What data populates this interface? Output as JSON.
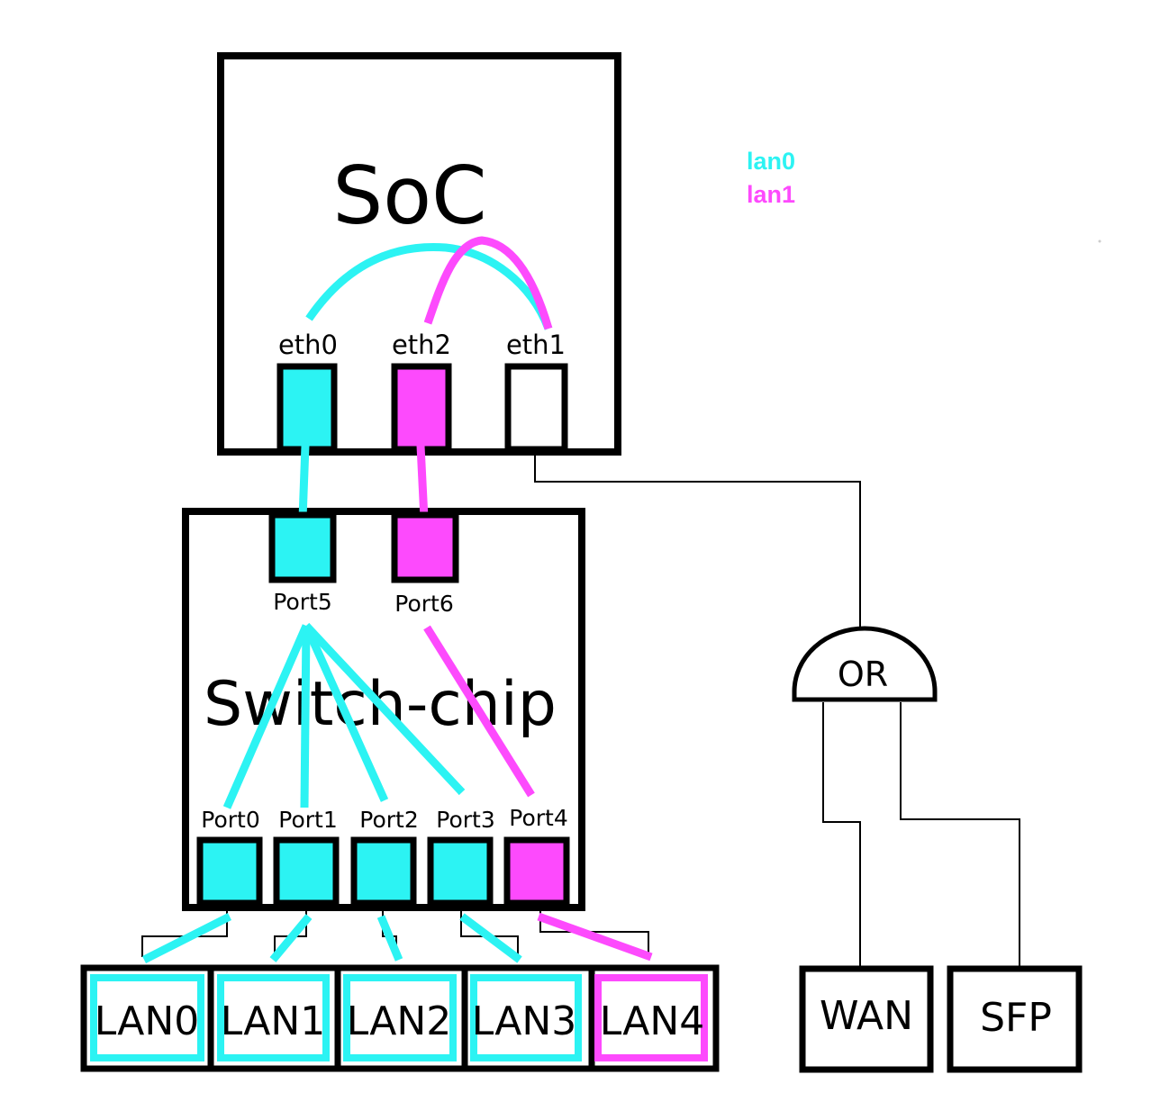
{
  "colors": {
    "lan0": "#2cf3f3",
    "lan1": "#fd4afd",
    "line": "#000000",
    "background": "#ffffff"
  },
  "legend": {
    "lan0": "lan0",
    "lan1": "lan1"
  },
  "soc": {
    "title": "SoC",
    "ports": [
      {
        "label": "eth0",
        "network": "lan0"
      },
      {
        "label": "eth2",
        "network": "lan1"
      },
      {
        "label": "eth1",
        "network": "none"
      }
    ]
  },
  "switch_chip": {
    "title": "Switch-chip",
    "cpu_ports": [
      {
        "label": "Port5",
        "network": "lan0"
      },
      {
        "label": "Port6",
        "network": "lan1"
      }
    ],
    "ports": [
      {
        "label": "Port0",
        "network": "lan0"
      },
      {
        "label": "Port1",
        "network": "lan0"
      },
      {
        "label": "Port2",
        "network": "lan0"
      },
      {
        "label": "Port3",
        "network": "lan0"
      },
      {
        "label": "Port4",
        "network": "lan1"
      }
    ]
  },
  "lan_ports": [
    {
      "label": "LAN0",
      "network": "lan0"
    },
    {
      "label": "LAN1",
      "network": "lan0"
    },
    {
      "label": "LAN2",
      "network": "lan0"
    },
    {
      "label": "LAN3",
      "network": "lan0"
    },
    {
      "label": "LAN4",
      "network": "lan1"
    }
  ],
  "or_gate": {
    "label": "OR"
  },
  "wan": {
    "label": "WAN"
  },
  "sfp": {
    "label": "SFP"
  },
  "links": [
    {
      "from": "eth0",
      "to": "eth1",
      "network": "lan0"
    },
    {
      "from": "eth2",
      "to": "eth1",
      "network": "lan1"
    },
    {
      "from": "eth0",
      "to": "Port5",
      "network": "lan0"
    },
    {
      "from": "eth2",
      "to": "Port6",
      "network": "lan1"
    },
    {
      "from": "Port5",
      "to": "Port0",
      "network": "lan0"
    },
    {
      "from": "Port5",
      "to": "Port1",
      "network": "lan0"
    },
    {
      "from": "Port5",
      "to": "Port2",
      "network": "lan0"
    },
    {
      "from": "Port5",
      "to": "Port3",
      "network": "lan0"
    },
    {
      "from": "Port6",
      "to": "Port4",
      "network": "lan1"
    },
    {
      "from": "eth1",
      "to": "OR"
    },
    {
      "from": "OR",
      "to": "WAN"
    },
    {
      "from": "OR",
      "to": "SFP"
    }
  ]
}
